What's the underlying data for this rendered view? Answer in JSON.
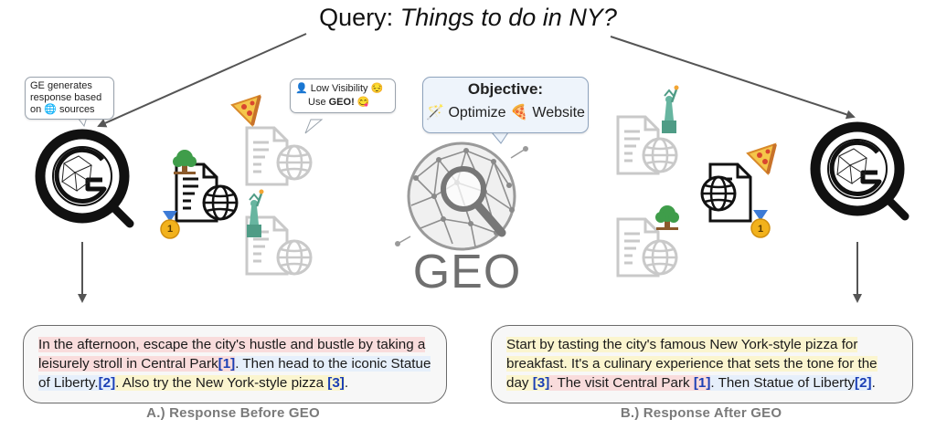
{
  "query": {
    "label": "Query:",
    "text": "Things to do in NY?"
  },
  "ge_bubble": {
    "text": "GE generates response based on 🌐 sources"
  },
  "visibility_bubble": {
    "line1": "Low Visibility",
    "line2_prefix": "Use",
    "line2_strong": "GEO!"
  },
  "objective": {
    "title": "Objective:",
    "optimize": "Optimize",
    "website": "Website"
  },
  "geo_label": "GEO",
  "rank_badge": "1",
  "response_a": {
    "part1": "In the afternoon, escape the city's hustle and bustle by taking a leisurely stroll in Central Park",
    "cite1": "[1]",
    "part2": ". Then head to the iconic Statue of Liberty.",
    "cite2": "[2]",
    "part3": ". Also try the New York-style pizza ",
    "cite3": "[3]",
    "part4": "."
  },
  "response_b": {
    "part1": "Start by tasting the city's famous New York-style pizza for breakfast. It's a culinary experience that sets the tone for the day ",
    "cite1": "[3]",
    "part2": ". The visit Central Park ",
    "cite2": "[1]",
    "part3": ". Then Statue of Liberty",
    "cite3": "[2]",
    "part4": "."
  },
  "captions": {
    "a": "A.) Response Before GEO",
    "b": "B.) Response After GEO"
  },
  "colors": {
    "citation": "#1b3fb5",
    "highlight_red": "#f9dcdc",
    "highlight_yellow": "#fbf5cf",
    "highlight_blue": "#e6effb",
    "badge_gold": "#f2b21c"
  }
}
